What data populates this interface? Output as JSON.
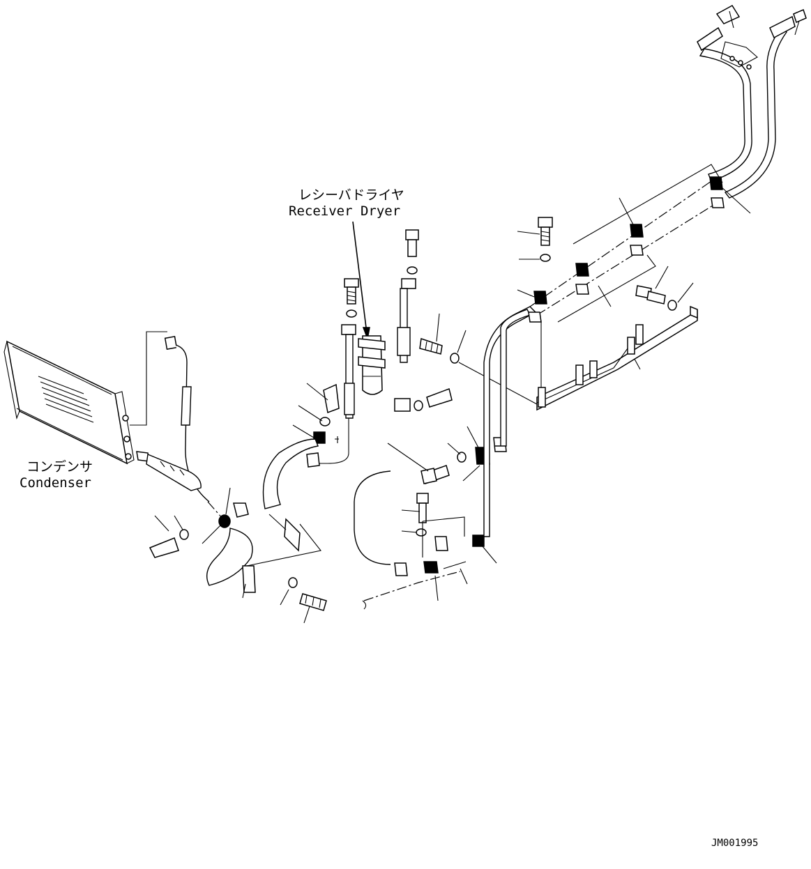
{
  "labels": {
    "receiver_dryer_jp": "レシーバドライヤ",
    "receiver_dryer_en": "Receiver Dryer",
    "condenser_jp": "コンデンサ",
    "condenser_en": "Condenser",
    "drawing_id": "JM001995"
  }
}
